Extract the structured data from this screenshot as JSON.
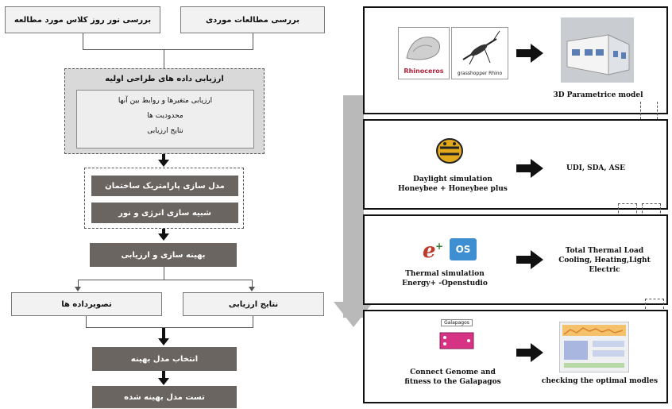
{
  "left_flow": {
    "top_right_box": "بررسی مطالعات موردی",
    "top_left_box": "بررسی نور روز کلاس مورد مطالعه",
    "initial_eval": {
      "title": "ارزیابی داده های طراحی اولیه",
      "items": [
        "ارزیابی متغیرها و روابط بین آنها",
        "محدودیت ها",
        "نتایج ارزیابی"
      ]
    },
    "parametric_model": "مدل سازی پارامتریک ساختمان",
    "energy_sim": "شبیه سازی انرژی و نور",
    "optimization": "بهینه سازی و ارزیابی",
    "results": "نتایج ارزیابی",
    "images": "تصویرداده ها",
    "select_model": "انتخاب مدل بهینه",
    "test_model": "تست مدل بهینه شده"
  },
  "right_flow": {
    "panel1": {
      "logo1_text": "Rhinoceros",
      "logo2_text": "grasshopper Rhino",
      "output": "3D Parametrice model"
    },
    "panel2": {
      "input": [
        "Daylight simulation",
        "Honeybee + Honeybee plus"
      ],
      "output": "UDI, SDA, ASE"
    },
    "panel3": {
      "input": [
        "Thermal simulation",
        "Energy+ -Openstudio"
      ],
      "output": [
        "Total Thermal Load",
        "Cooling, Heating,Light Electric"
      ],
      "logo_text": "OS"
    },
    "panel4": {
      "input": [
        "Connect Genome and",
        "fitness to the Galapagos"
      ],
      "output": "checking the optimal modles",
      "logo_text": "Galapagos"
    }
  }
}
